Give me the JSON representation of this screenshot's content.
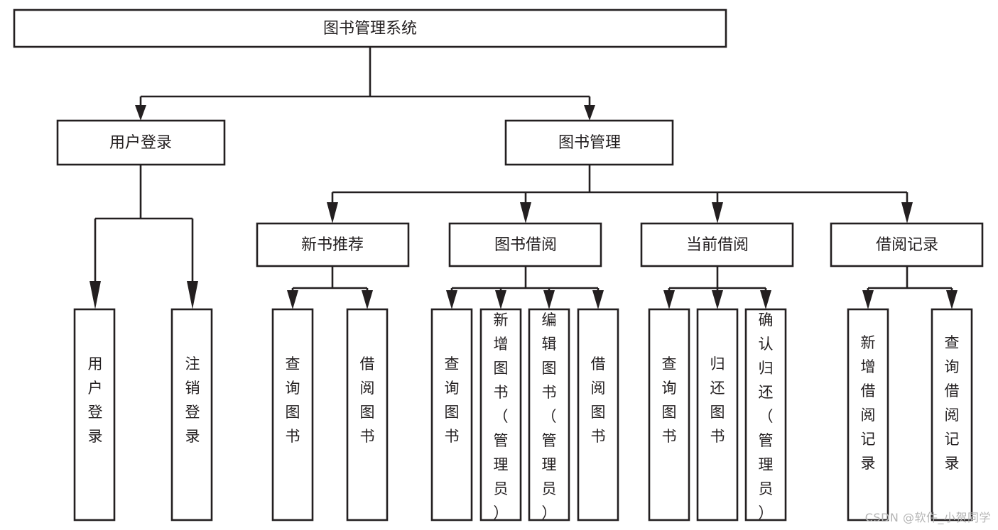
{
  "diagram": {
    "title": "图书管理系统",
    "type": "tree-hierarchy-diagram",
    "watermark": "CSDN @软件_小贺同学",
    "colors": {
      "stroke": "#231f20",
      "fill": "#ffffff",
      "background": "#ffffff",
      "watermark": "#b4b4b4"
    },
    "levels": [
      {
        "level": 1,
        "nodes": [
          {
            "id": "root",
            "label": "图书管理系统",
            "orientation": "horizontal"
          }
        ]
      },
      {
        "level": 2,
        "nodes": [
          {
            "id": "login",
            "label": "用户登录",
            "orientation": "horizontal",
            "parent": "root"
          },
          {
            "id": "bookmgmt",
            "label": "图书管理",
            "orientation": "horizontal",
            "parent": "root"
          }
        ]
      },
      {
        "level": 3,
        "nodes": [
          {
            "id": "newbook",
            "label": "新书推荐",
            "orientation": "horizontal",
            "parent": "bookmgmt"
          },
          {
            "id": "borrow",
            "label": "图书借阅",
            "orientation": "horizontal",
            "parent": "bookmgmt"
          },
          {
            "id": "current",
            "label": "当前借阅",
            "orientation": "horizontal",
            "parent": "bookmgmt"
          },
          {
            "id": "record",
            "label": "借阅记录",
            "orientation": "horizontal",
            "parent": "bookmgmt"
          }
        ]
      },
      {
        "level": 4,
        "nodes": [
          {
            "id": "leaf-1",
            "label": "用户登录",
            "orientation": "vertical",
            "parent": "login"
          },
          {
            "id": "leaf-2",
            "label": "注销登录",
            "orientation": "vertical",
            "parent": "login"
          },
          {
            "id": "leaf-3",
            "label": "查询图书",
            "orientation": "vertical",
            "parent": "newbook"
          },
          {
            "id": "leaf-4",
            "label": "借阅图书",
            "orientation": "vertical",
            "parent": "newbook"
          },
          {
            "id": "leaf-5",
            "label": "查询图书",
            "orientation": "vertical",
            "parent": "borrow"
          },
          {
            "id": "leaf-6",
            "label": "新增图书（管理员）",
            "orientation": "vertical",
            "parent": "borrow"
          },
          {
            "id": "leaf-7",
            "label": "编辑图书（管理员）",
            "orientation": "vertical",
            "parent": "borrow"
          },
          {
            "id": "leaf-8",
            "label": "借阅图书",
            "orientation": "vertical",
            "parent": "borrow"
          },
          {
            "id": "leaf-9",
            "label": "查询图书",
            "orientation": "vertical",
            "parent": "current"
          },
          {
            "id": "leaf-10",
            "label": "归还图书",
            "orientation": "vertical",
            "parent": "current"
          },
          {
            "id": "leaf-11",
            "label": "确认归还（管理员）",
            "orientation": "vertical",
            "parent": "current"
          },
          {
            "id": "leaf-12",
            "label": "新增借阅记录",
            "orientation": "vertical",
            "parent": "record"
          },
          {
            "id": "leaf-13",
            "label": "查询借阅记录",
            "orientation": "vertical",
            "parent": "record"
          }
        ]
      }
    ]
  }
}
